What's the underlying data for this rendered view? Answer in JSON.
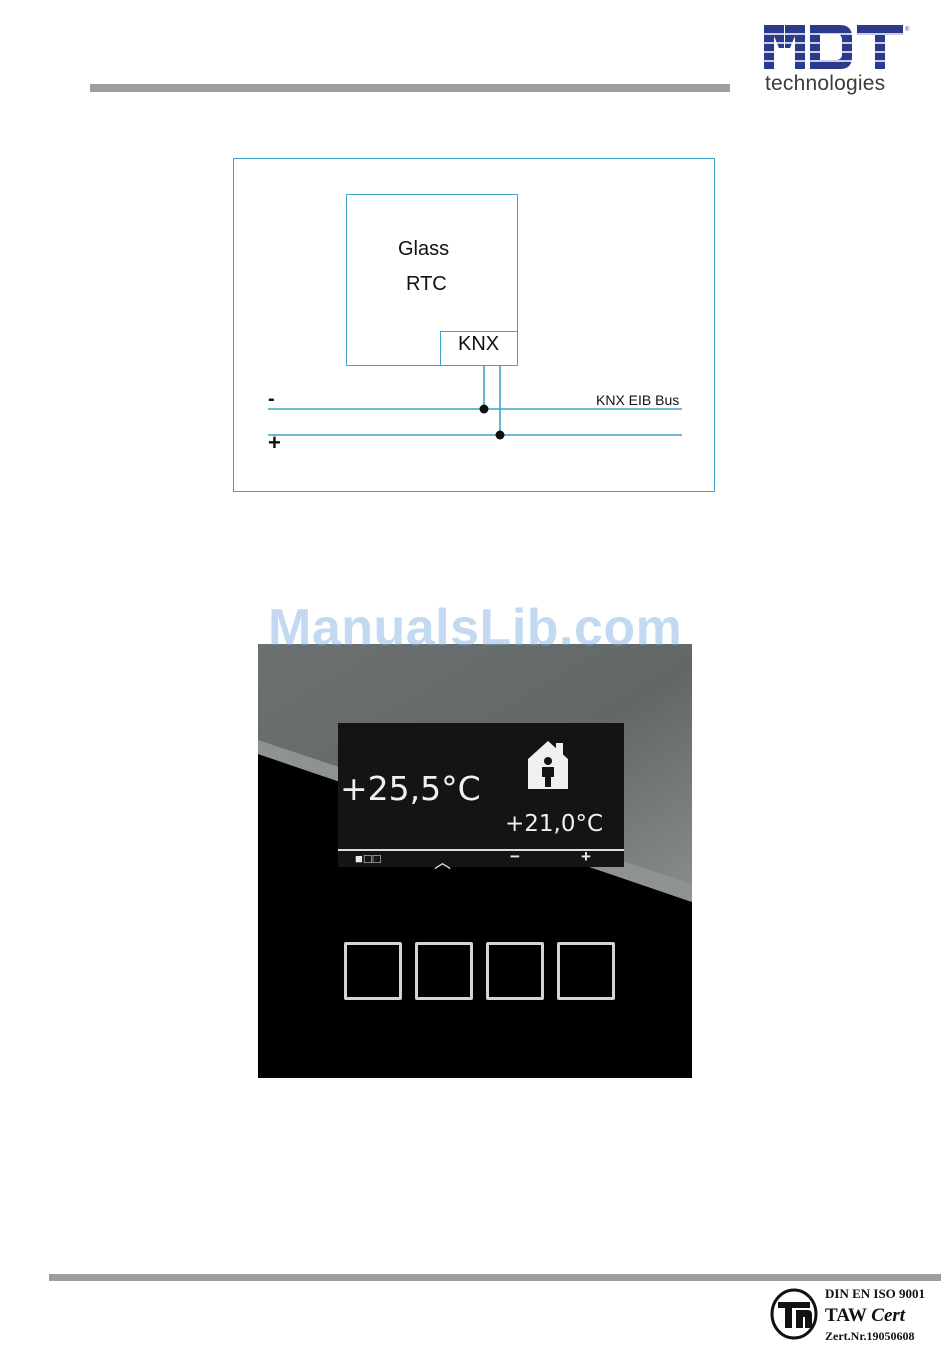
{
  "header": {
    "logo_brand": "MDT",
    "logo_sub": "technologies"
  },
  "diagram": {
    "device_line1": "Glass",
    "device_line2": "RTC",
    "knx_label": "KNX",
    "bus_label": "KNX EIB Bus",
    "minus_label": "-",
    "plus_label": "+"
  },
  "watermark": "ManualsLib.com",
  "device_display": {
    "actual_temperature": "+25,5°C",
    "setpoint_temperature": "+21,0°C",
    "menu_indicator": "■□□",
    "btn_up": "︿",
    "btn_minus": "−",
    "btn_plus": "+",
    "icon": "presence-house-icon"
  },
  "footer": {
    "cert_line1": "DIN EN ISO 9001",
    "cert_line2_a": "TAW ",
    "cert_line2_b": "Cert",
    "cert_line3": "Zert.Nr.19050608",
    "cert_logo": "taw-cert-logo"
  },
  "colors": {
    "brand_blue": "#2b3a8c",
    "diagram_line": "#3fa3c9",
    "rule_gray": "#9e9e9e"
  }
}
